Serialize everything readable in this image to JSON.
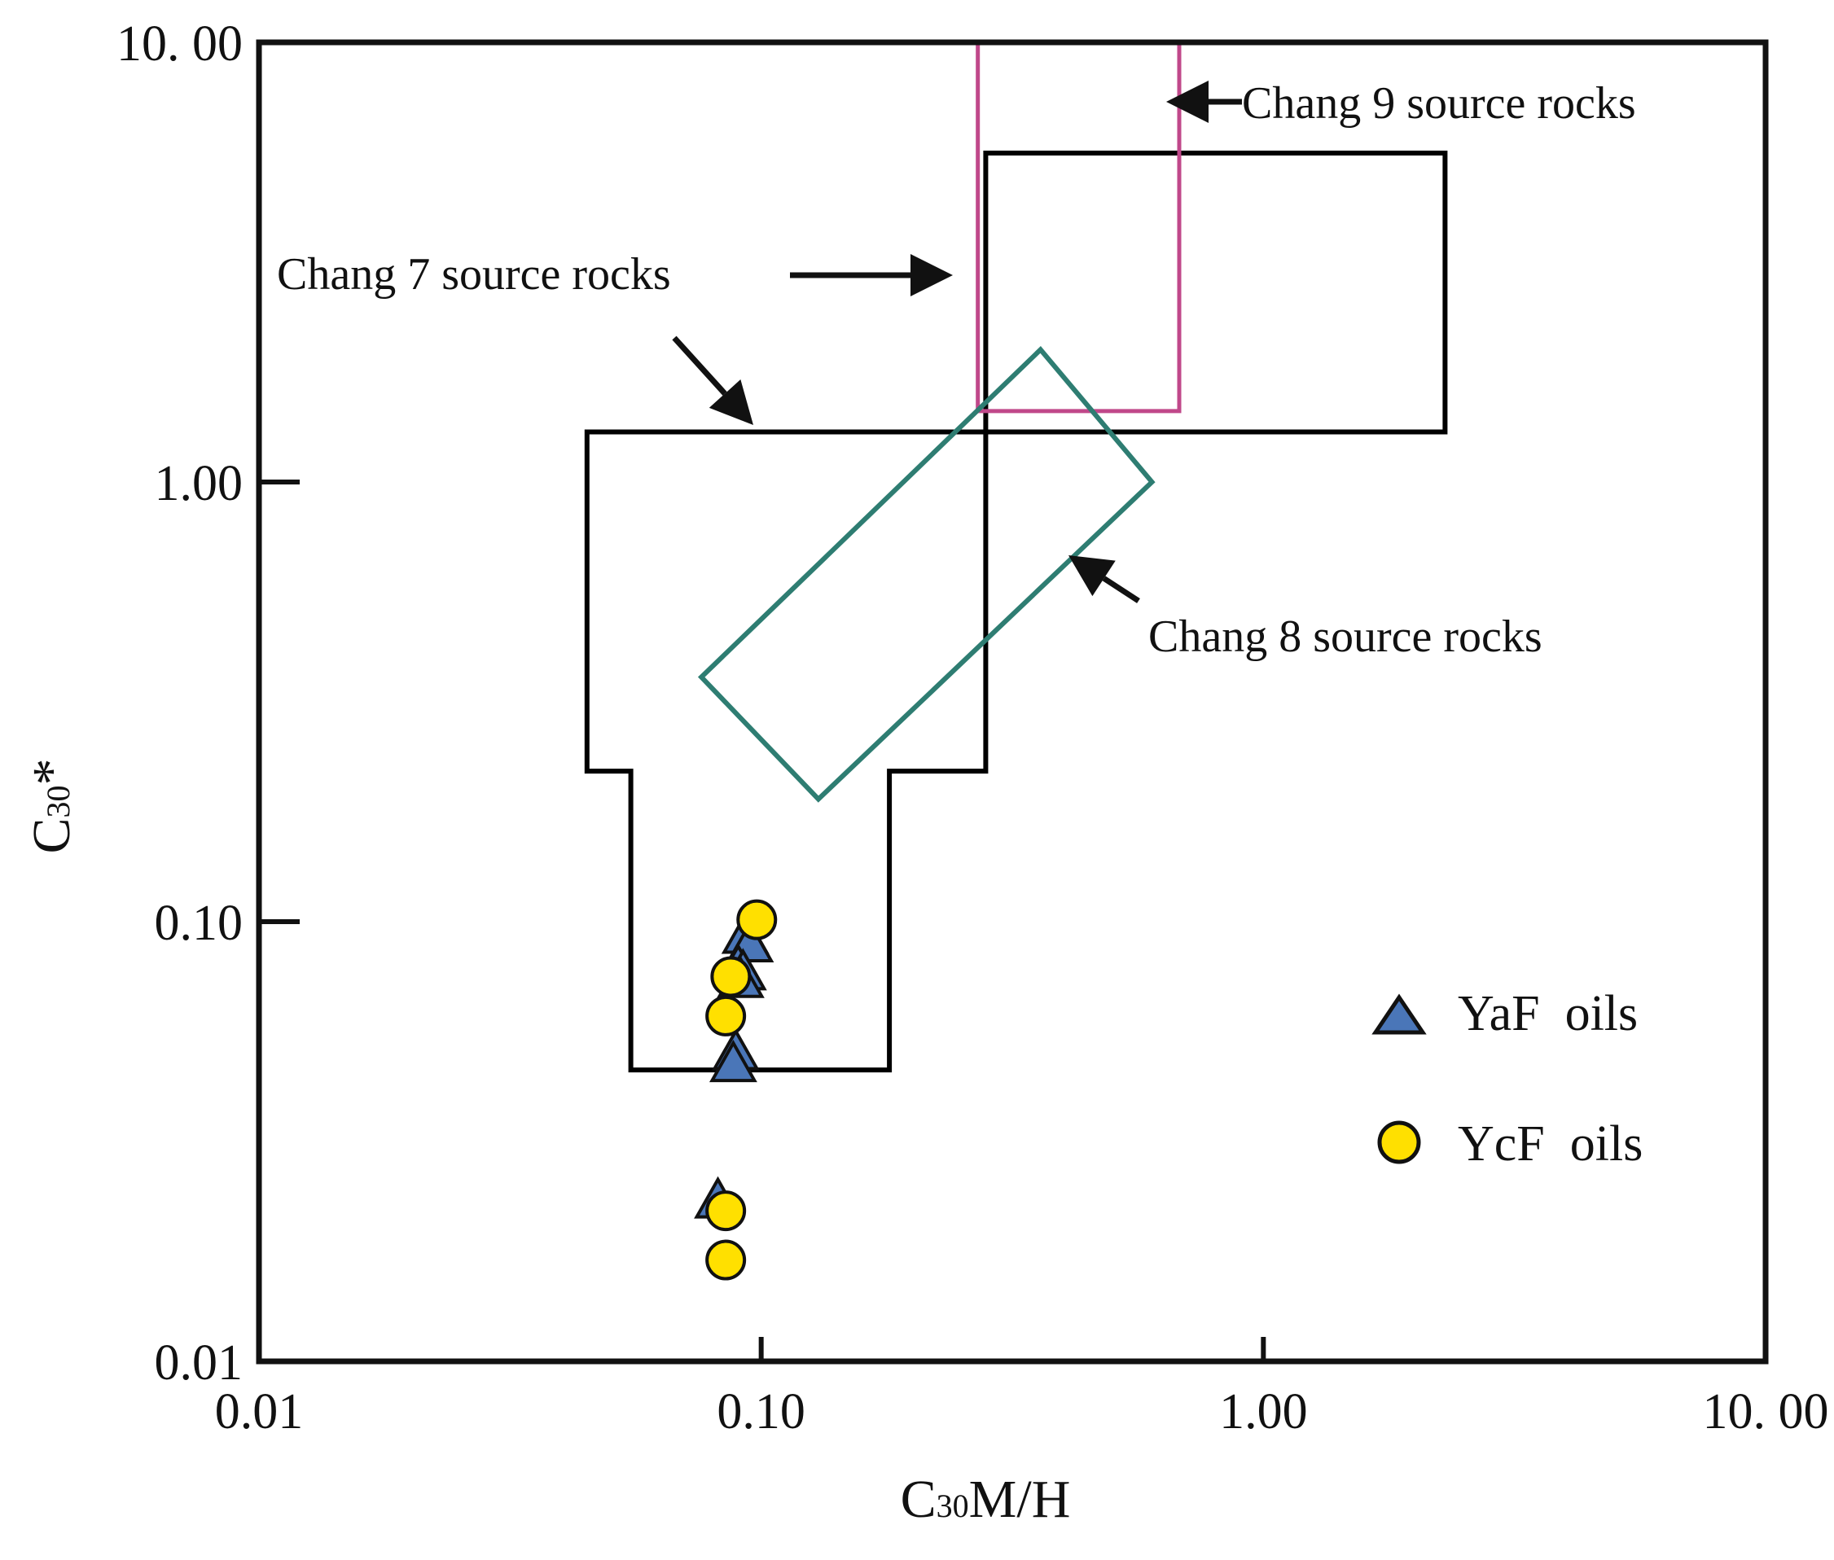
{
  "chart_data": {
    "type": "scatter",
    "scale": {
      "x": "log",
      "y": "log"
    },
    "xlim": [
      0.01,
      10
    ],
    "ylim": [
      0.01,
      10
    ],
    "xticks": [
      {
        "value": 0.01,
        "label": "0.01"
      },
      {
        "value": 0.1,
        "label": "0.10"
      },
      {
        "value": 1,
        "label": "1.00"
      },
      {
        "value": 10,
        "label": "10. 00"
      }
    ],
    "yticks": [
      {
        "value": 0.01,
        "label": "0.01"
      },
      {
        "value": 0.1,
        "label": "0.10"
      },
      {
        "value": 1,
        "label": "1.00"
      },
      {
        "value": 10,
        "label": "10. 00"
      }
    ],
    "xlabel": {
      "base": "C",
      "sub": "30",
      "rest": "M/H"
    },
    "ylabel": {
      "base": "C",
      "sub": "30",
      "rest": "*"
    },
    "series": [
      {
        "name": "YaF  oils",
        "marker": "triangle",
        "color": "#4a76b8",
        "points": [
          [
            0.093,
            0.092
          ],
          [
            0.095,
            0.088
          ],
          [
            0.09,
            0.078
          ],
          [
            0.092,
            0.076
          ],
          [
            0.091,
            0.073
          ],
          [
            0.089,
            0.05
          ],
          [
            0.088,
            0.047
          ],
          [
            0.082,
            0.023
          ]
        ]
      },
      {
        "name": "YcF  oils",
        "marker": "circle",
        "color": "#ffe000",
        "points": [
          [
            0.098,
            0.101
          ],
          [
            0.087,
            0.075
          ],
          [
            0.085,
            0.061
          ],
          [
            0.085,
            0.022
          ],
          [
            0.085,
            0.017
          ]
        ]
      }
    ],
    "regions": [
      {
        "name": "Chang 7",
        "color": "#000000",
        "polygon": [
          [
            0.045,
            1.3
          ],
          [
            2.3,
            1.3
          ],
          [
            2.3,
            5.6
          ],
          [
            0.28,
            5.6
          ],
          [
            0.28,
            0.22
          ],
          [
            0.18,
            0.22
          ],
          [
            0.18,
            0.046
          ],
          [
            0.055,
            0.046
          ],
          [
            0.055,
            0.22
          ],
          [
            0.045,
            0.22
          ]
        ]
      },
      {
        "name": "Chang 9",
        "color": "#c0488a",
        "polygon": [
          [
            0.27,
            10
          ],
          [
            0.27,
            1.45
          ],
          [
            0.68,
            1.45
          ],
          [
            0.68,
            10
          ]
        ]
      },
      {
        "name": "Chang 8",
        "color": "#2e7d72",
        "polygon": [
          [
            0.36,
            2.0
          ],
          [
            0.6,
            1.0
          ],
          [
            0.13,
            0.19
          ],
          [
            0.076,
            0.36
          ]
        ]
      }
    ],
    "annotations": {
      "chang9": "Chang 9 source rocks",
      "chang7": "Chang 7 source rocks",
      "chang8": "Chang 8 source rocks"
    },
    "legend_position": "bottom-right",
    "grid": false
  }
}
